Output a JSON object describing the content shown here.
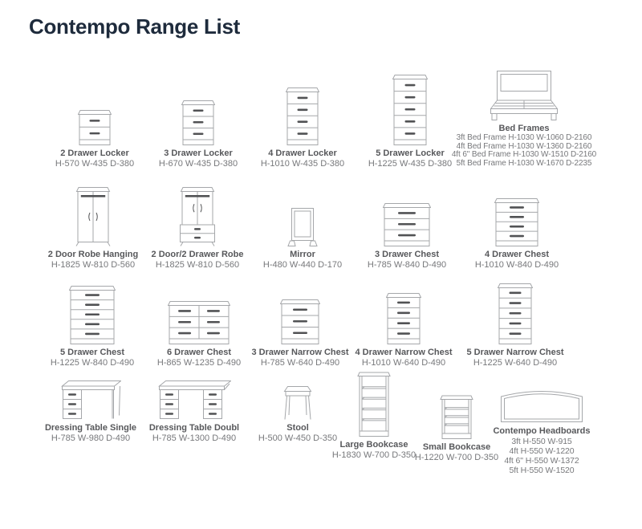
{
  "page": {
    "title": "Contempo Range List"
  },
  "colors": {
    "title": "#1e2b3c",
    "name_text": "#57585b",
    "dims_text": "#77787b",
    "line_art": "#a5a7aa",
    "handle": "#515254"
  },
  "items": [
    {
      "name": "2 Drawer Locker",
      "dims": "H-570 W-435 D-380"
    },
    {
      "name": "3 Drawer Locker",
      "dims": "H-670 W-435 D-380"
    },
    {
      "name": "4 Drawer Locker",
      "dims": "H-1010 W-435 D-380"
    },
    {
      "name": "5 Drawer Locker",
      "dims": "H-1225 W-435 D-380"
    },
    {
      "name": "Bed Frames",
      "variants": [
        "3ft Bed Frame H-1030 W-1060 D-2160",
        "4ft Bed Frame H-1030 W-1360 D-2160",
        "4ft 6\" Bed Frame H-1030 W-1510 D-2160",
        "5ft Bed Frame H-1030 W-1670 D-2235"
      ]
    },
    {
      "name": "2 Door Robe Hanging",
      "dims": "H-1825 W-810 D-560"
    },
    {
      "name": "2 Door/2 Drawer Robe",
      "dims": "H-1825 W-810 D-560"
    },
    {
      "name": "Mirror",
      "dims": "H-480 W-440 D-170"
    },
    {
      "name": "3 Drawer Chest",
      "dims": "H-785 W-840 D-490"
    },
    {
      "name": "4 Drawer Chest",
      "dims": "H-1010 W-840 D-490"
    },
    {
      "name": "5 Drawer Chest",
      "dims": "H-1225 W-840 D-490"
    },
    {
      "name": "6 Drawer Chest",
      "dims": "H-865 W-1235 D-490"
    },
    {
      "name": "3 Drawer Narrow Chest",
      "dims": "H-785 W-640 D-490"
    },
    {
      "name": "4 Drawer Narrow Chest",
      "dims": "H-1010 W-640 D-490"
    },
    {
      "name": "5 Drawer Narrow Chest",
      "dims": "H-1225 W-640 D-490"
    },
    {
      "name": "Dressing Table Single",
      "dims": "H-785 W-980 D-490"
    },
    {
      "name": "Dressing Table Doubl",
      "dims": "H-785 W-1300 D-490"
    },
    {
      "name": "Stool",
      "dims": "H-500 W-450 D-350"
    },
    {
      "name": "Large Bookcase",
      "dims": "H-1830 W-700 D-350"
    },
    {
      "name": "Small Bookcase",
      "dims": "H-1220 W-700 D-350"
    },
    {
      "name": "Contempo Headboards",
      "variants": [
        "3ft H-550 W-915",
        "4ft H-550 W-1220",
        "4ft 6\" H-550 W-1372",
        "5ft H-550 W-1520"
      ]
    }
  ]
}
